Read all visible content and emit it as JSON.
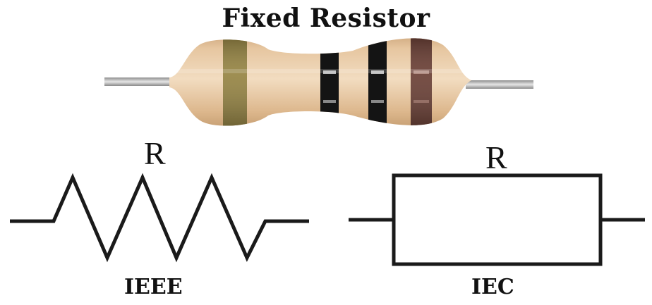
{
  "title": "Fixed Resistor",
  "component": {
    "band_colors": [
      "#8d7a33",
      "#141414",
      "#141414",
      "#5e2f24"
    ],
    "body_color": "#e8c9a2",
    "lead_color": "#b9b9b9"
  },
  "symbols": [
    {
      "label": "R",
      "standard": "IEEE",
      "shape": "zigzag"
    },
    {
      "label": "R",
      "standard": "IEC",
      "shape": "rectangle"
    }
  ],
  "colors": {
    "stroke": "#1a1a1a",
    "text": "#111111"
  }
}
